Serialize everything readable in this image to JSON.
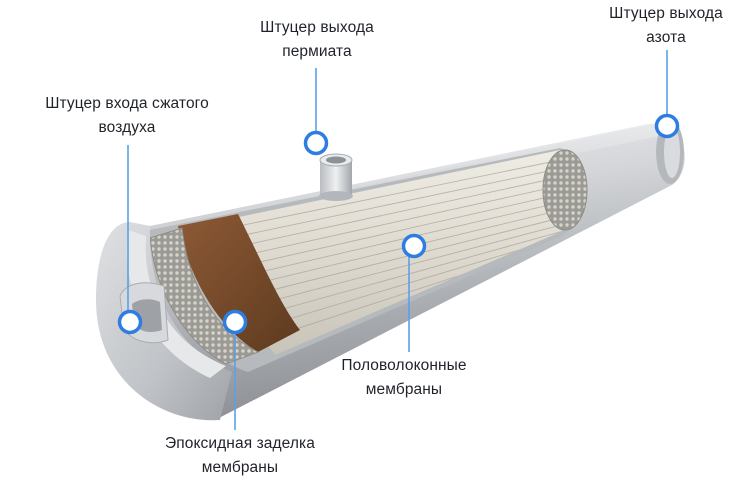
{
  "callouts": {
    "nitrogen_outlet": {
      "line1": "Штуцер выхода",
      "line2": "азота"
    },
    "permeate_outlet": {
      "line1": "Штуцер выхода",
      "line2": "пермиата"
    },
    "air_inlet": {
      "line1": "Штуцер входа сжатого",
      "line2": "воздуха"
    },
    "hollow_fibers": {
      "line1": "Половолоконные",
      "line2": "мембраны"
    },
    "epoxy_potting": {
      "line1": "Эпоксидная заделка",
      "line2": "мембраны"
    }
  },
  "colors": {
    "marker_ring": "#2f7de1",
    "leader_line": "#5aa0ec",
    "shell_metal": "#c9ccd0",
    "epoxy": "#7a4a2a",
    "fibers": "#e4e0d6"
  }
}
